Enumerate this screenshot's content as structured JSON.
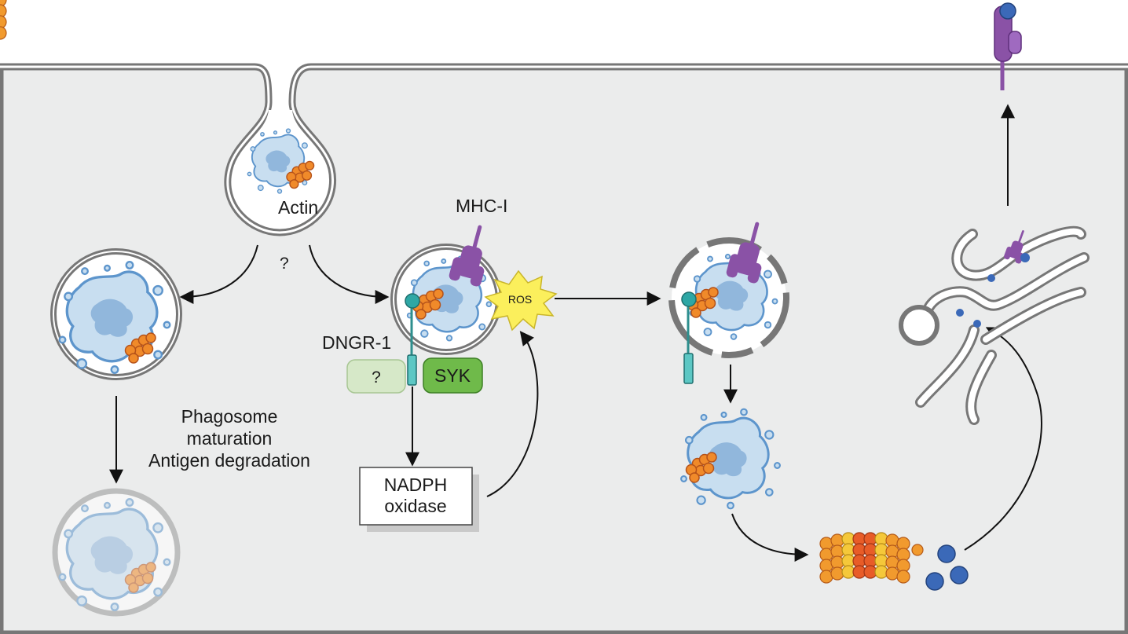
{
  "labels": {
    "actin": "Actin",
    "question_top": "?",
    "mhc1": "MHC-I",
    "ros": "ROS",
    "dngr1": "DNGR-1",
    "question_box": "?",
    "syk": "SYK",
    "nadph_line1": "NADPH",
    "nadph_line2": "oxidase",
    "maturation_line1": "Phagosome",
    "maturation_line2": "maturation",
    "maturation_line3": "Antigen degradation"
  },
  "colors": {
    "cytoplasm": "#ebecec",
    "membrane_outer": "#777777",
    "cell_light": "#c8def0",
    "cell_dark": "#5d95cc",
    "orange": "#f08a2a",
    "mhc_purple": "#8a52a6",
    "receptor_teal": "#2ea7a5",
    "syk_green": "#6fba4a",
    "ros_yellow": "#fbef5c",
    "proteasome_orange": "#f19a2e",
    "peptide_blue": "#3b69b8"
  }
}
